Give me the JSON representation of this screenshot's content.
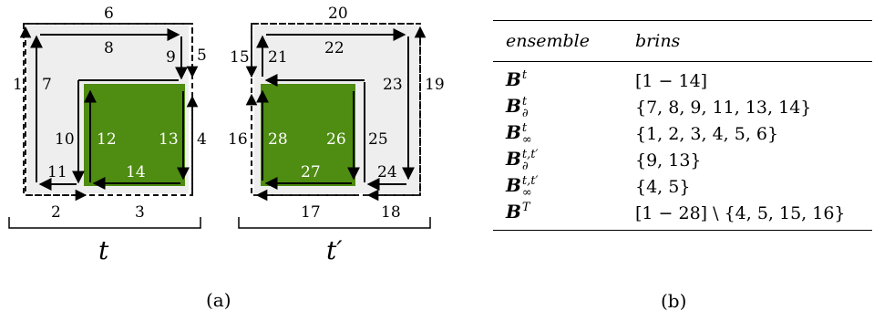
{
  "diagram": {
    "edge_labels_t": [
      "1",
      "2",
      "3",
      "4",
      "5",
      "6",
      "7",
      "8",
      "9",
      "10",
      "11",
      "12",
      "13",
      "14"
    ],
    "edge_labels_tp": [
      "15",
      "16",
      "17",
      "18",
      "19",
      "20",
      "21",
      "22",
      "23",
      "24",
      "25",
      "26",
      "27",
      "28"
    ],
    "label_t": "t",
    "label_tp": "t′",
    "caption_a": "(a)"
  },
  "table": {
    "headers": [
      "ensemble",
      "brins"
    ],
    "rows": [
      {
        "sup": "t",
        "sub": "",
        "value": "[1 − 14]"
      },
      {
        "sup": "t",
        "sub": "∂",
        "value": "{7, 8, 9, 11, 13, 14}"
      },
      {
        "sup": "t",
        "sub": "∞",
        "value": "{1, 2, 3, 4, 5, 6}"
      },
      {
        "sup": "t,t′",
        "sub": "∂",
        "value": "{9, 13}"
      },
      {
        "sup": "t,t′",
        "sub": "∞",
        "value": "{4, 5}"
      },
      {
        "sup": "T",
        "sub": "",
        "value": "[1 − 28] \\ {4, 5, 15, 16}"
      }
    ],
    "symbol": "B",
    "caption_b": "(b)"
  },
  "colors": {
    "green": "#4e8c12",
    "gray_fill": "#eeeeee"
  }
}
